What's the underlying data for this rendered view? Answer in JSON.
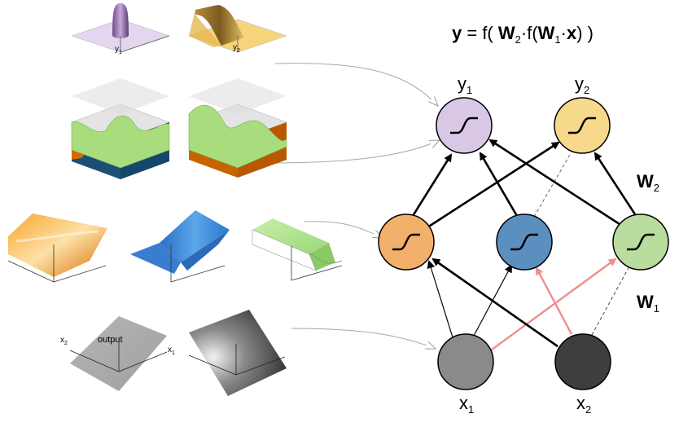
{
  "equation": {
    "y": "y",
    "eq": " = f( ",
    "w2": "W",
    "w2_sub": "2",
    "dot1": "·f(",
    "w1": "W",
    "w1_sub": "1",
    "dot2": "·",
    "x": "x",
    "close": ") )"
  },
  "nodes": {
    "y1": {
      "base": "y",
      "sub": "1"
    },
    "y2": {
      "base": "y",
      "sub": "2"
    },
    "x1": {
      "base": "x",
      "sub": "1"
    },
    "x2": {
      "base": "x",
      "sub": "2"
    }
  },
  "weights": {
    "w2": {
      "base": "W",
      "sub": "2"
    },
    "w1": {
      "base": "W",
      "sub": "1"
    }
  },
  "plot_labels": {
    "y1": {
      "base": "y",
      "sub": "1"
    },
    "y2": {
      "base": "y",
      "sub": "2"
    },
    "output": "output",
    "x1": {
      "base": "x",
      "sub": "1"
    },
    "x2": {
      "base": "x",
      "sub": "2"
    }
  },
  "colors": {
    "output_y1": "#d8c8e6",
    "output_y2": "#f6d98a",
    "hidden_1": "#f3b06b",
    "hidden_2": "#5b8fc0",
    "hidden_3": "#b9dc9f",
    "input_x1": "#8a8a8a",
    "input_x2": "#3e3e3e",
    "negative_weight": "#f08d8d"
  }
}
